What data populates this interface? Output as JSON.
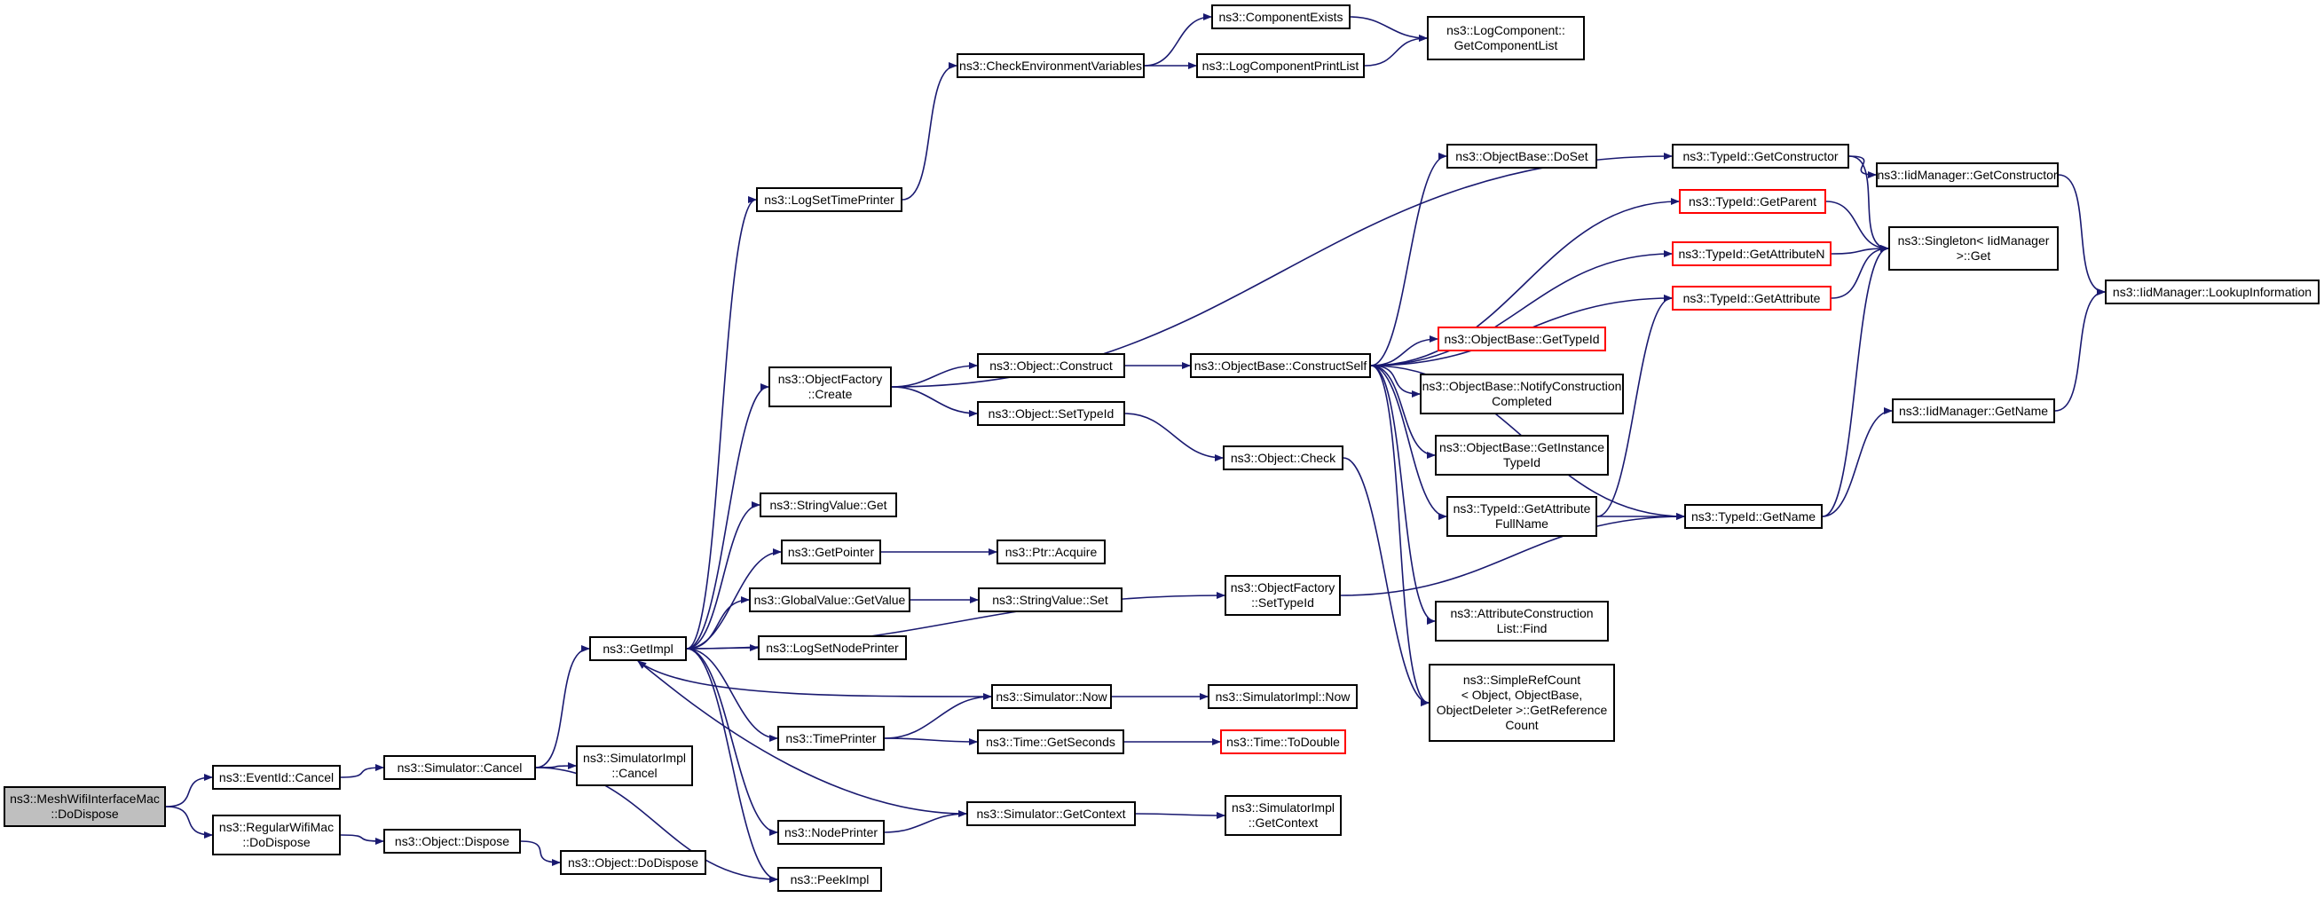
{
  "colors": {
    "edge": "#191970",
    "node_border": "#000000",
    "incomplete_border": "#ff0000",
    "root_fill": "#bfbfbf"
  },
  "nodes": [
    {
      "id": "root",
      "label": "ns3::MeshWifiInterfaceMac\n::DoDispose",
      "style": "root"
    },
    {
      "id": "eventid_cancel",
      "label": "ns3::EventId::Cancel"
    },
    {
      "id": "regular_dodispose",
      "label": "ns3::RegularWifiMac\n::DoDispose"
    },
    {
      "id": "sim_cancel",
      "label": "ns3::Simulator::Cancel"
    },
    {
      "id": "obj_dispose",
      "label": "ns3::Object::Dispose"
    },
    {
      "id": "obj_dodispose",
      "label": "ns3::Object::DoDispose"
    },
    {
      "id": "simimpl_cancel",
      "label": "ns3::SimulatorImpl\n::Cancel"
    },
    {
      "id": "getimpl",
      "label": "ns3::GetImpl"
    },
    {
      "id": "peekimpl",
      "label": "ns3::PeekImpl"
    },
    {
      "id": "logsettimeprinter",
      "label": "ns3::LogSetTimePrinter"
    },
    {
      "id": "objfactory_create",
      "label": "ns3::ObjectFactory\n::Create"
    },
    {
      "id": "stringvalue_get",
      "label": "ns3::StringValue::Get"
    },
    {
      "id": "getpointer",
      "label": "ns3::GetPointer"
    },
    {
      "id": "globalvalue_getvalue",
      "label": "ns3::GlobalValue::GetValue"
    },
    {
      "id": "logsetnodeprinter",
      "label": "ns3::LogSetNodePrinter"
    },
    {
      "id": "timeprinter",
      "label": "ns3::TimePrinter"
    },
    {
      "id": "nodeprinter",
      "label": "ns3::NodePrinter"
    },
    {
      "id": "checkenv",
      "label": "ns3::CheckEnvironmentVariables"
    },
    {
      "id": "componentexists",
      "label": "ns3::ComponentExists"
    },
    {
      "id": "logcomponentprintlist",
      "label": "ns3::LogComponentPrintList"
    },
    {
      "id": "getcomponentlist",
      "label": "ns3::LogComponent::\nGetComponentList"
    },
    {
      "id": "object_construct",
      "label": "ns3::Object::Construct"
    },
    {
      "id": "object_settypeid",
      "label": "ns3::Object::SetTypeId"
    },
    {
      "id": "ptr_acquire",
      "label": "ns3::Ptr::Acquire"
    },
    {
      "id": "stringvalue_set",
      "label": "ns3::StringValue::Set"
    },
    {
      "id": "simulator_now",
      "label": "ns3::Simulator::Now"
    },
    {
      "id": "time_getseconds",
      "label": "ns3::Time::GetSeconds"
    },
    {
      "id": "simulator_getcontext",
      "label": "ns3::Simulator::GetContext"
    },
    {
      "id": "objectbase_constructself",
      "label": "ns3::ObjectBase::ConstructSelf"
    },
    {
      "id": "object_check",
      "label": "ns3::Object::Check"
    },
    {
      "id": "objfactory_settypeid",
      "label": "ns3::ObjectFactory\n::SetTypeId"
    },
    {
      "id": "simimpl_now",
      "label": "ns3::SimulatorImpl::Now"
    },
    {
      "id": "time_todouble",
      "label": "ns3::Time::ToDouble",
      "style": "red"
    },
    {
      "id": "simimpl_getcontext",
      "label": "ns3::SimulatorImpl\n::GetContext"
    },
    {
      "id": "objectbase_doset",
      "label": "ns3::ObjectBase::DoSet"
    },
    {
      "id": "objectbase_gettypeid",
      "label": "ns3::ObjectBase::GetTypeId",
      "style": "red"
    },
    {
      "id": "objectbase_notify",
      "label": "ns3::ObjectBase::NotifyConstruction\nCompleted"
    },
    {
      "id": "objectbase_getinstancetypeid",
      "label": "ns3::ObjectBase::GetInstance\nTypeId"
    },
    {
      "id": "typeid_getattributefullname",
      "label": "ns3::TypeId::GetAttribute\nFullName"
    },
    {
      "id": "attrconstructionlist_find",
      "label": "ns3::AttributeConstruction\nList::Find"
    },
    {
      "id": "simplerefcount",
      "label": "ns3::SimpleRefCount\n< Object, ObjectBase,\n ObjectDeleter >::GetReference\nCount"
    },
    {
      "id": "typeid_getconstructor",
      "label": "ns3::TypeId::GetConstructor"
    },
    {
      "id": "typeid_getparent",
      "label": "ns3::TypeId::GetParent",
      "style": "red"
    },
    {
      "id": "typeid_getattributen",
      "label": "ns3::TypeId::GetAttributeN",
      "style": "red"
    },
    {
      "id": "typeid_getattribute",
      "label": "ns3::TypeId::GetAttribute",
      "style": "red"
    },
    {
      "id": "typeid_getname",
      "label": "ns3::TypeId::GetName"
    },
    {
      "id": "iidmanager_getconstructor",
      "label": "ns3::IidManager::GetConstructor"
    },
    {
      "id": "singleton_get",
      "label": "ns3::Singleton< IidManager\n >::Get"
    },
    {
      "id": "iidmanager_getname",
      "label": "ns3::IidManager::GetName"
    },
    {
      "id": "iidmanager_lookup",
      "label": "ns3::IidManager::LookupInformation"
    }
  ],
  "edges": [
    [
      "root",
      "eventid_cancel"
    ],
    [
      "root",
      "regular_dodispose"
    ],
    [
      "eventid_cancel",
      "sim_cancel"
    ],
    [
      "sim_cancel",
      "getimpl"
    ],
    [
      "sim_cancel",
      "simimpl_cancel"
    ],
    [
      "sim_cancel",
      "peekimpl"
    ],
    [
      "regular_dodispose",
      "obj_dispose"
    ],
    [
      "obj_dispose",
      "obj_dodispose"
    ],
    [
      "getimpl",
      "logsettimeprinter"
    ],
    [
      "getimpl",
      "objfactory_create"
    ],
    [
      "getimpl",
      "stringvalue_get"
    ],
    [
      "getimpl",
      "getpointer"
    ],
    [
      "getimpl",
      "globalvalue_getvalue"
    ],
    [
      "getimpl",
      "logsetnodeprinter"
    ],
    [
      "getimpl",
      "timeprinter"
    ],
    [
      "getimpl",
      "nodeprinter"
    ],
    [
      "getimpl",
      "peekimpl"
    ],
    [
      "getimpl",
      "objfactory_settypeid"
    ],
    [
      "logsettimeprinter",
      "checkenv"
    ],
    [
      "checkenv",
      "componentexists"
    ],
    [
      "checkenv",
      "logcomponentprintlist"
    ],
    [
      "componentexists",
      "getcomponentlist"
    ],
    [
      "logcomponentprintlist",
      "getcomponentlist"
    ],
    [
      "objfactory_create",
      "typeid_getconstructor"
    ],
    [
      "objfactory_create",
      "object_construct"
    ],
    [
      "objfactory_create",
      "object_settypeid"
    ],
    [
      "object_construct",
      "objectbase_constructself"
    ],
    [
      "object_settypeid",
      "object_check"
    ],
    [
      "getpointer",
      "ptr_acquire"
    ],
    [
      "globalvalue_getvalue",
      "stringvalue_set"
    ],
    [
      "timeprinter",
      "simulator_now"
    ],
    [
      "timeprinter",
      "time_getseconds"
    ],
    [
      "simulator_now",
      "getimpl"
    ],
    [
      "simulator_now",
      "simimpl_now"
    ],
    [
      "time_getseconds",
      "time_todouble"
    ],
    [
      "nodeprinter",
      "simulator_getcontext"
    ],
    [
      "simulator_getcontext",
      "getimpl"
    ],
    [
      "simulator_getcontext",
      "simimpl_getcontext"
    ],
    [
      "objectbase_constructself",
      "objectbase_doset"
    ],
    [
      "objectbase_constructself",
      "typeid_getparent"
    ],
    [
      "objectbase_constructself",
      "typeid_getattributen"
    ],
    [
      "objectbase_constructself",
      "typeid_getattribute"
    ],
    [
      "objectbase_constructself",
      "objectbase_gettypeid"
    ],
    [
      "objectbase_constructself",
      "objectbase_notify"
    ],
    [
      "objectbase_constructself",
      "objectbase_getinstancetypeid"
    ],
    [
      "objectbase_constructself",
      "typeid_getattributefullname"
    ],
    [
      "objectbase_constructself",
      "attrconstructionlist_find"
    ],
    [
      "objectbase_constructself",
      "simplerefcount"
    ],
    [
      "objectbase_constructself",
      "typeid_getname"
    ],
    [
      "object_check",
      "simplerefcount"
    ],
    [
      "objfactory_settypeid",
      "typeid_getname"
    ],
    [
      "typeid_getattributefullname",
      "typeid_getattribute"
    ],
    [
      "typeid_getattributefullname",
      "typeid_getname"
    ],
    [
      "typeid_getconstructor",
      "iidmanager_getconstructor"
    ],
    [
      "typeid_getconstructor",
      "singleton_get"
    ],
    [
      "typeid_getparent",
      "singleton_get"
    ],
    [
      "typeid_getattributen",
      "singleton_get"
    ],
    [
      "typeid_getattribute",
      "singleton_get"
    ],
    [
      "typeid_getname",
      "singleton_get"
    ],
    [
      "typeid_getname",
      "iidmanager_getname"
    ],
    [
      "iidmanager_getconstructor",
      "iidmanager_lookup"
    ],
    [
      "iidmanager_getname",
      "iidmanager_lookup"
    ]
  ]
}
